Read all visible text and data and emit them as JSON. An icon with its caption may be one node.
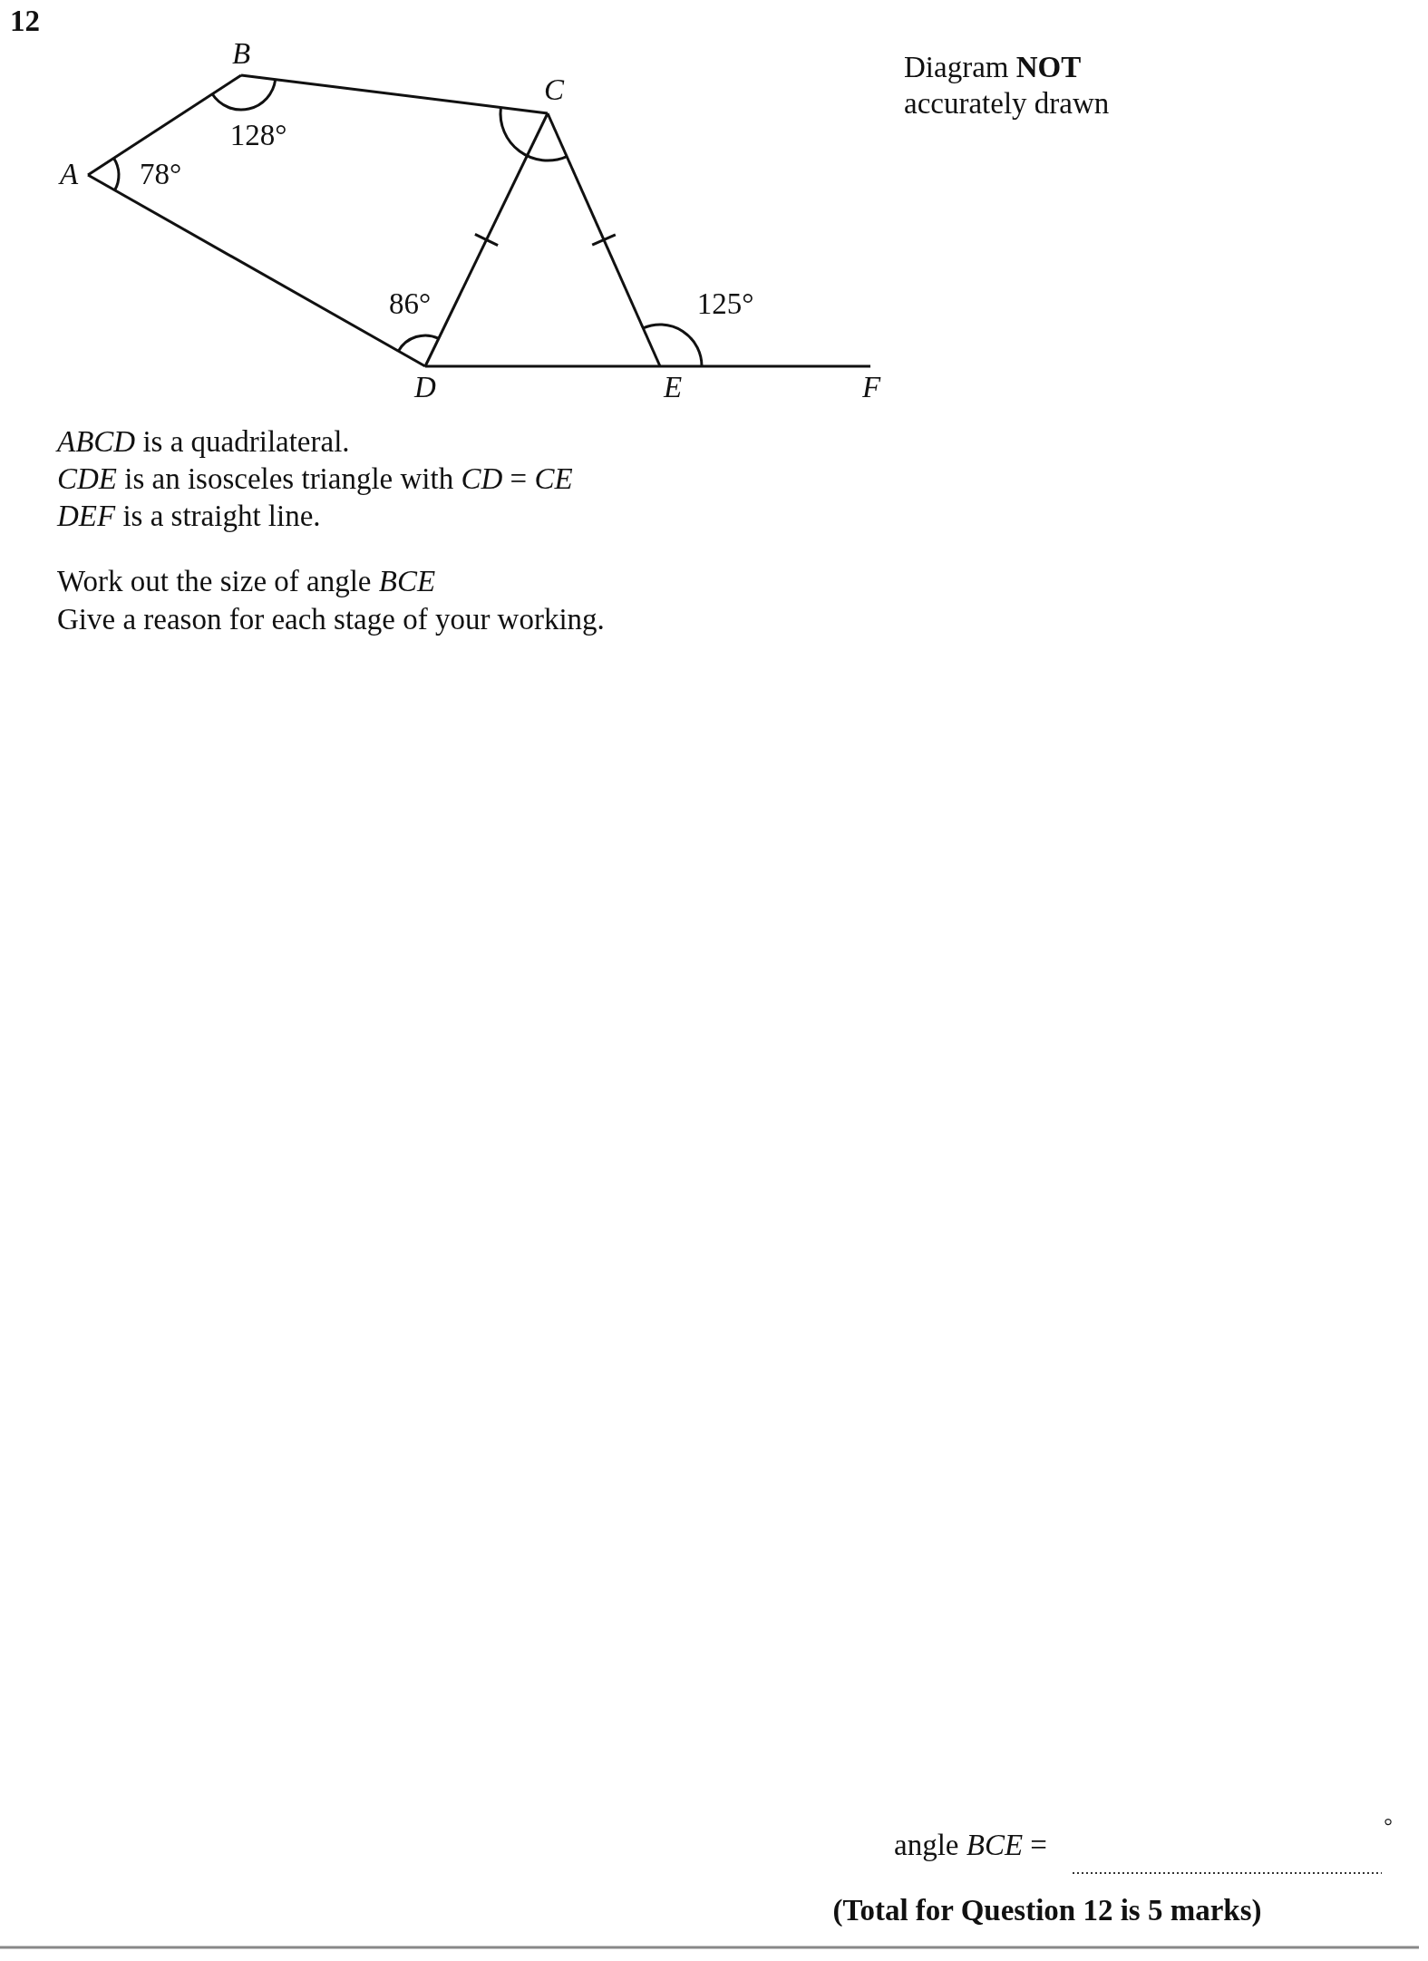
{
  "diagram": {
    "labels": [
      "12",
      "B",
      "C",
      "A",
      "128°",
      "78°",
      "86°",
      "125°",
      "D",
      "E",
      "F",
      "Diagram **NOT** accurately drawn",
      "*ABCD* is a quadrilateral.",
      "*CDE* is an isosceles triangle with *CD* = *CE*",
      "*DEF* is a straight line.",
      "Work out the size of angle *BCE*",
      "Give a reason for each stage of your working.",
      "angle *BCE* =",
      "°",
      "(Total for Question 12 is 5 marks)"
    ]
  }
}
